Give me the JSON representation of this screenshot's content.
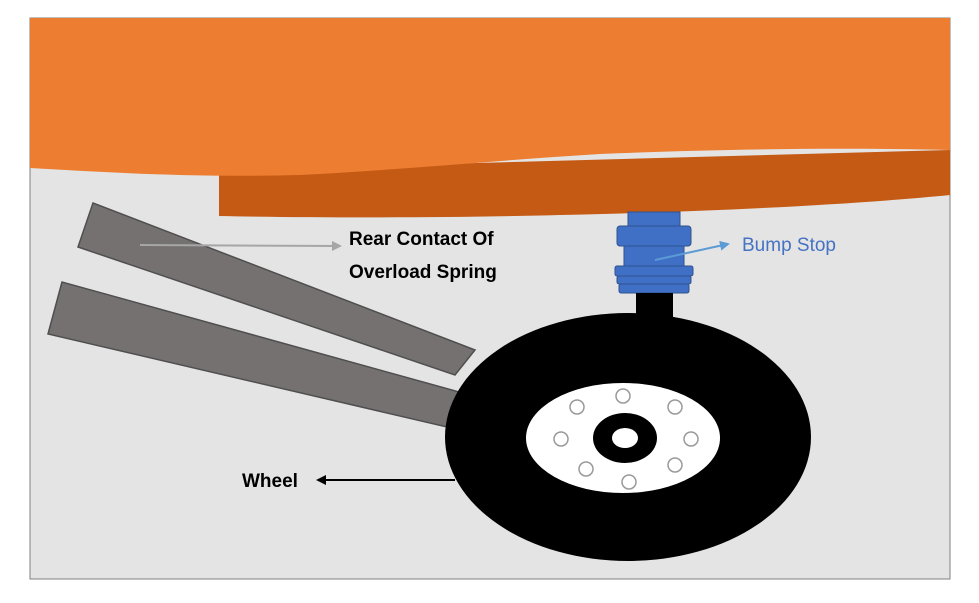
{
  "labels": {
    "rear_contact_line1": "Rear Contact Of",
    "rear_contact_line2": "Overload Spring",
    "bump_stop": "Bump Stop",
    "wheel": "Wheel"
  },
  "colors": {
    "background_panel": "#e4e4e4",
    "body_main": "#ec7d31",
    "body_lower": "#c55a14",
    "spring": "#767171",
    "bump_stop": "#3f70c5",
    "bump_stop_label": "#4472c4",
    "bump_stop_arrow": "#5b9bd5",
    "rear_contact_arrow": "#a6a6a6",
    "tire": "#000000",
    "hub": "#ffffff",
    "text": "#000000"
  }
}
